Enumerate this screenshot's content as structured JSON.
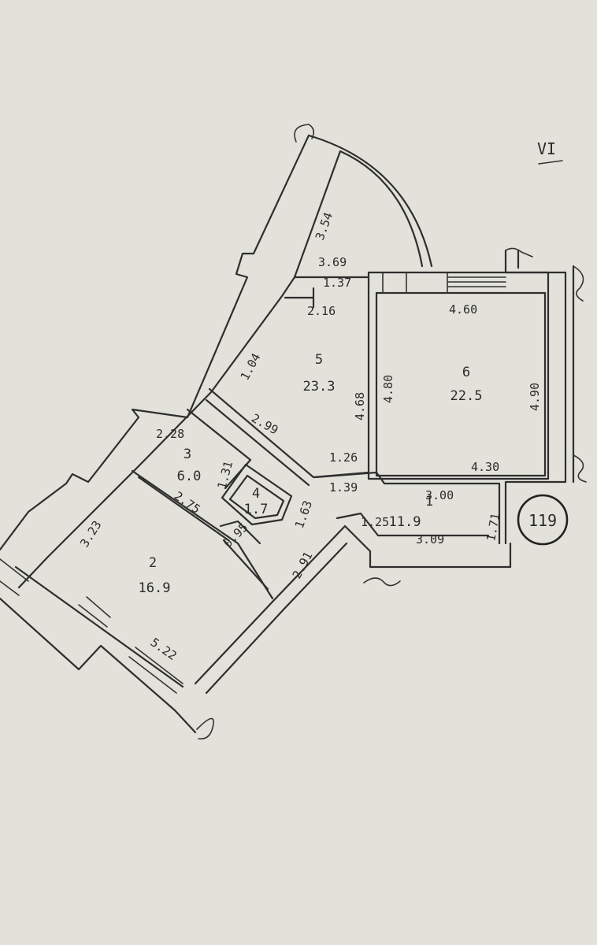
{
  "sheet_label": "VI",
  "unit_number": "119",
  "rooms": [
    {
      "number": "1",
      "area": "11.9"
    },
    {
      "number": "2",
      "area": "16.9"
    },
    {
      "number": "3",
      "area": "6.0"
    },
    {
      "number": "4",
      "area": "1.7"
    },
    {
      "number": "5",
      "area": "23.3"
    },
    {
      "number": "6",
      "area": "22.5"
    }
  ],
  "dimensions": {
    "d354": "3.54",
    "d369": "3.69",
    "d137": "1.37",
    "d216": "2.16",
    "d460": "4.60",
    "d104": "1.04",
    "d480": "4.80",
    "d468": "4.68",
    "d490": "4.90",
    "d299": "2.99",
    "d430": "4.30",
    "d228": "2.28",
    "d131": "1.31",
    "d126": "1.26",
    "d139": "1.39",
    "d300": "3.00",
    "d171": "1.71",
    "d323": "3.23",
    "d275": "2.75",
    "d163": "1.63",
    "d095": "0.95",
    "d125": "1.25",
    "d309": "3.09",
    "d291": "2.91",
    "d522": "5.22"
  }
}
